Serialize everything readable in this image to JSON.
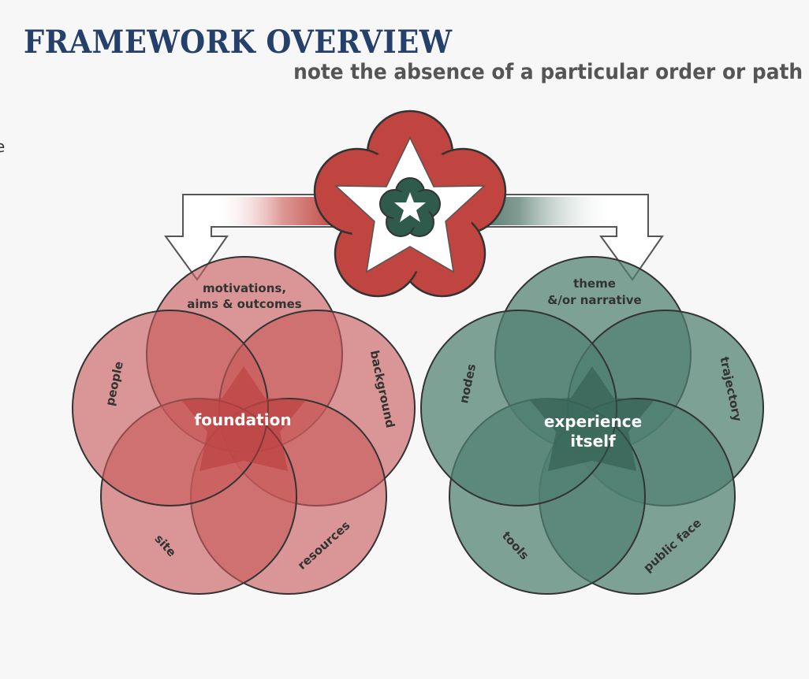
{
  "header": {
    "title": "FRAMEWORK OVERVIEW",
    "subtitle": "note the absence of a particular order or path",
    "edge_fragment": "e"
  },
  "colors": {
    "title": "#24406b",
    "subtitle": "#555555",
    "red_circle": "#c85a5a",
    "red_center": "#b83b38",
    "green_circle": "#4f7f70",
    "green_center": "#2e5a4c",
    "emblem_red": "#c0443f",
    "emblem_green": "#2f5b4d"
  },
  "emblem": {
    "outer_icon": "star-icon",
    "inner_icon": "star-icon"
  },
  "foundation": {
    "center_label": "foundation",
    "petals": {
      "top_line1": "motivations,",
      "top_line2": "aims & outcomes",
      "left": "people",
      "right": "background",
      "bottom_left": "site",
      "bottom_right": "resources"
    }
  },
  "experience": {
    "center_line1": "experience",
    "center_line2": "itself",
    "petals": {
      "top_line1": "theme",
      "top_line2": "&/or narrative",
      "left": "nodes",
      "right": "trajectory",
      "bottom_left": "tools",
      "bottom_right": "public face"
    }
  }
}
